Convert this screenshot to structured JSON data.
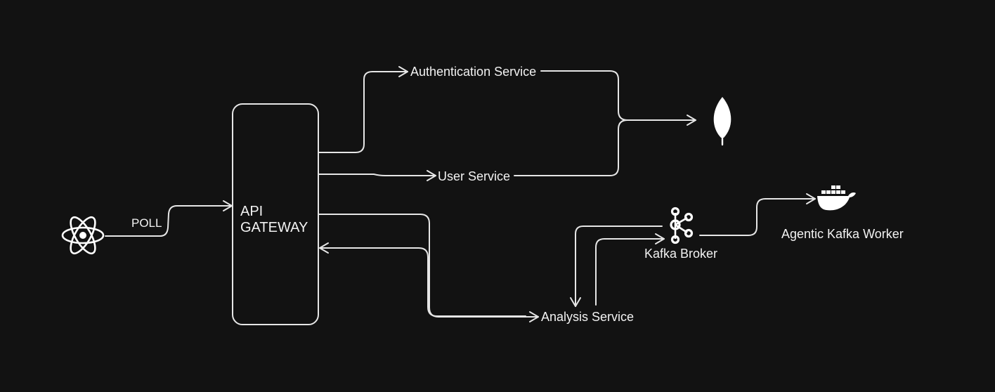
{
  "gateway": {
    "line1": "API",
    "line2": "GATEWAY"
  },
  "edges": {
    "poll": "POLL"
  },
  "services": {
    "auth": "Authentication Service",
    "user": "User Service",
    "analysis": "Analysis Service"
  },
  "kafka": {
    "broker": "Kafka Broker",
    "worker": "Agentic Kafka Worker"
  },
  "icons": {
    "client": "react-icon",
    "database": "mongodb-leaf-icon",
    "broker": "kafka-icon",
    "worker": "docker-icon"
  },
  "colors": {
    "background": "#121212",
    "stroke": "#e6e6e6",
    "text": "#f2f2f2"
  }
}
